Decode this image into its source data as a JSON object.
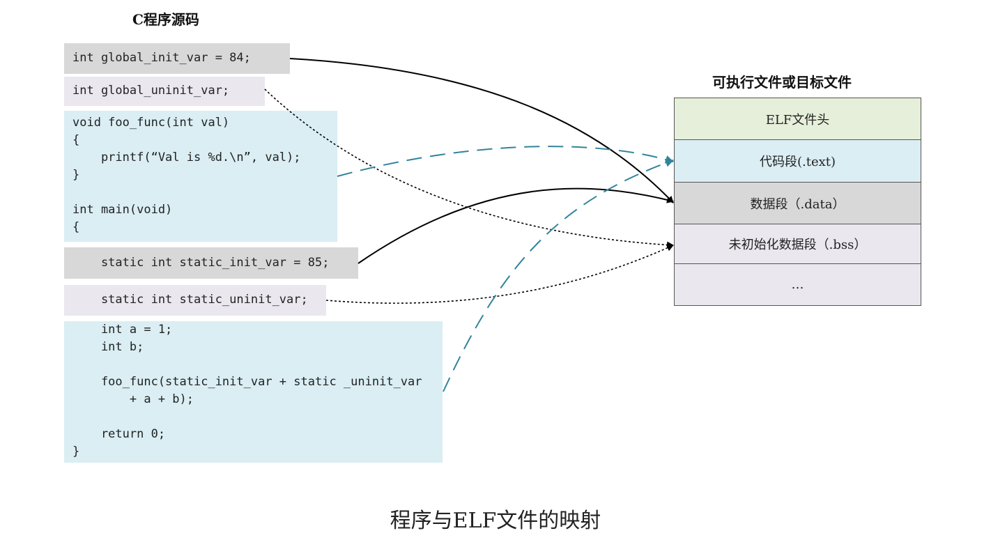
{
  "left_title": "C程序源码",
  "right_title": "可执行文件或目标文件",
  "caption": "程序与ELF文件的映射",
  "code_blocks": {
    "global_init": "int global_init_var = 84;",
    "global_uninit": "int global_uninit_var;",
    "foo_func": "void foo_func(int val)\n{\n    printf(“Val is %d.\\n”, val);\n}\n\nint main(void)\n{",
    "static_init": "    static int static_init_var = 85;",
    "static_uninit": "    static int static_uninit_var;",
    "main_body": "    int a = 1;\n    int b;\n\n    foo_func(static_init_var + static _uninit_var\n        + a + b);\n\n    return 0;\n}"
  },
  "segments": [
    {
      "label": "ELF文件头",
      "color": "#e6efda"
    },
    {
      "label": "代码段(.text)",
      "color": "#daeef3"
    },
    {
      "label": "数据段（.data）",
      "color": "#d8d8d8"
    },
    {
      "label": "未初始化数据段（.bss）",
      "color": "#eae7ef"
    },
    {
      "label": "…",
      "color": "#eae7ef"
    }
  ],
  "colors": {
    "solid_arrow": "#000000",
    "dotted_arrow": "#000000",
    "dashed_arrow": "#31849b"
  }
}
